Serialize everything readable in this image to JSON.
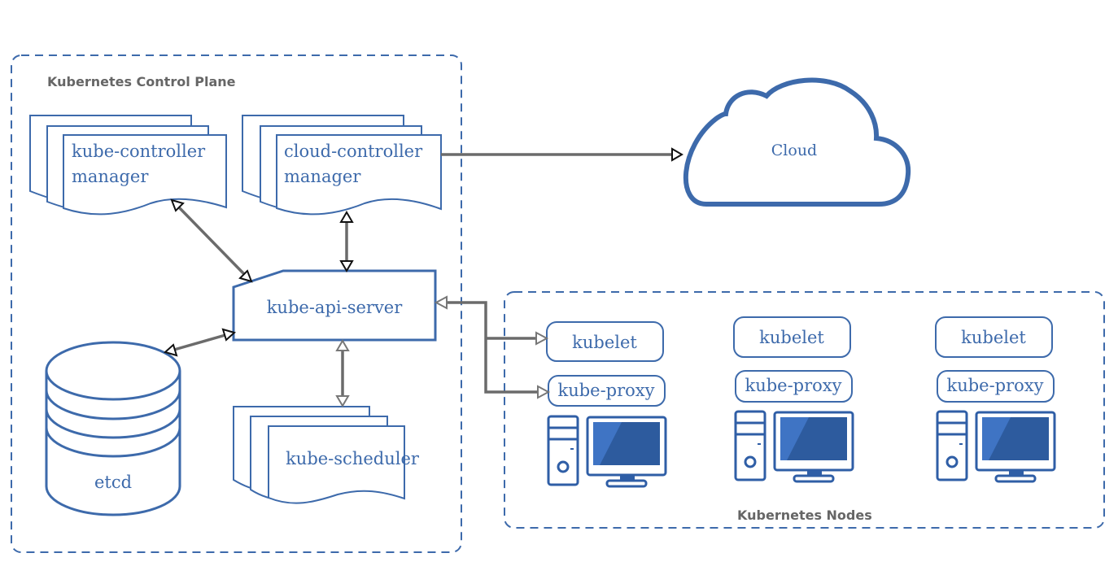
{
  "diagram": {
    "title": "Kubernetes cluster architecture",
    "colors": {
      "primary": "#3d6aab",
      "connector": "#6b6b6b",
      "group_title": "#666666",
      "screen_dark": "#2d5b9e",
      "screen_light": "#3f74c4"
    },
    "control_plane": {
      "title": "Kubernetes Control Plane",
      "components": {
        "kube_controller_manager": {
          "line1": "kube-controller",
          "line2": "manager"
        },
        "cloud_controller_manager": {
          "line1": "cloud-controller",
          "line2": "manager"
        },
        "kube_api_server": {
          "label": "kube-api-server"
        },
        "etcd": {
          "label": "etcd"
        },
        "kube_scheduler": {
          "label": "kube-scheduler"
        }
      }
    },
    "cloud": {
      "label": "Cloud"
    },
    "nodes": {
      "title": "Kubernetes Nodes",
      "items": [
        {
          "kubelet": "kubelet",
          "proxy": "kube-proxy",
          "icon": "computer-icon"
        },
        {
          "kubelet": "kubelet",
          "proxy": "kube-proxy",
          "icon": "computer-icon"
        },
        {
          "kubelet": "kubelet",
          "proxy": "kube-proxy",
          "icon": "computer-icon"
        }
      ]
    },
    "connections": [
      {
        "from": "kube-controller-manager",
        "to": "kube-api-server",
        "bidirectional": true
      },
      {
        "from": "cloud-controller-manager",
        "to": "kube-api-server",
        "bidirectional": true
      },
      {
        "from": "cloud-controller-manager",
        "to": "cloud",
        "bidirectional": false
      },
      {
        "from": "etcd",
        "to": "kube-api-server",
        "bidirectional": true
      },
      {
        "from": "kube-scheduler",
        "to": "kube-api-server",
        "bidirectional": true
      },
      {
        "from": "kube-api-server",
        "to": "kubelet",
        "bidirectional": true
      },
      {
        "from": "kube-api-server",
        "to": "kube-proxy",
        "bidirectional": true
      }
    ]
  }
}
